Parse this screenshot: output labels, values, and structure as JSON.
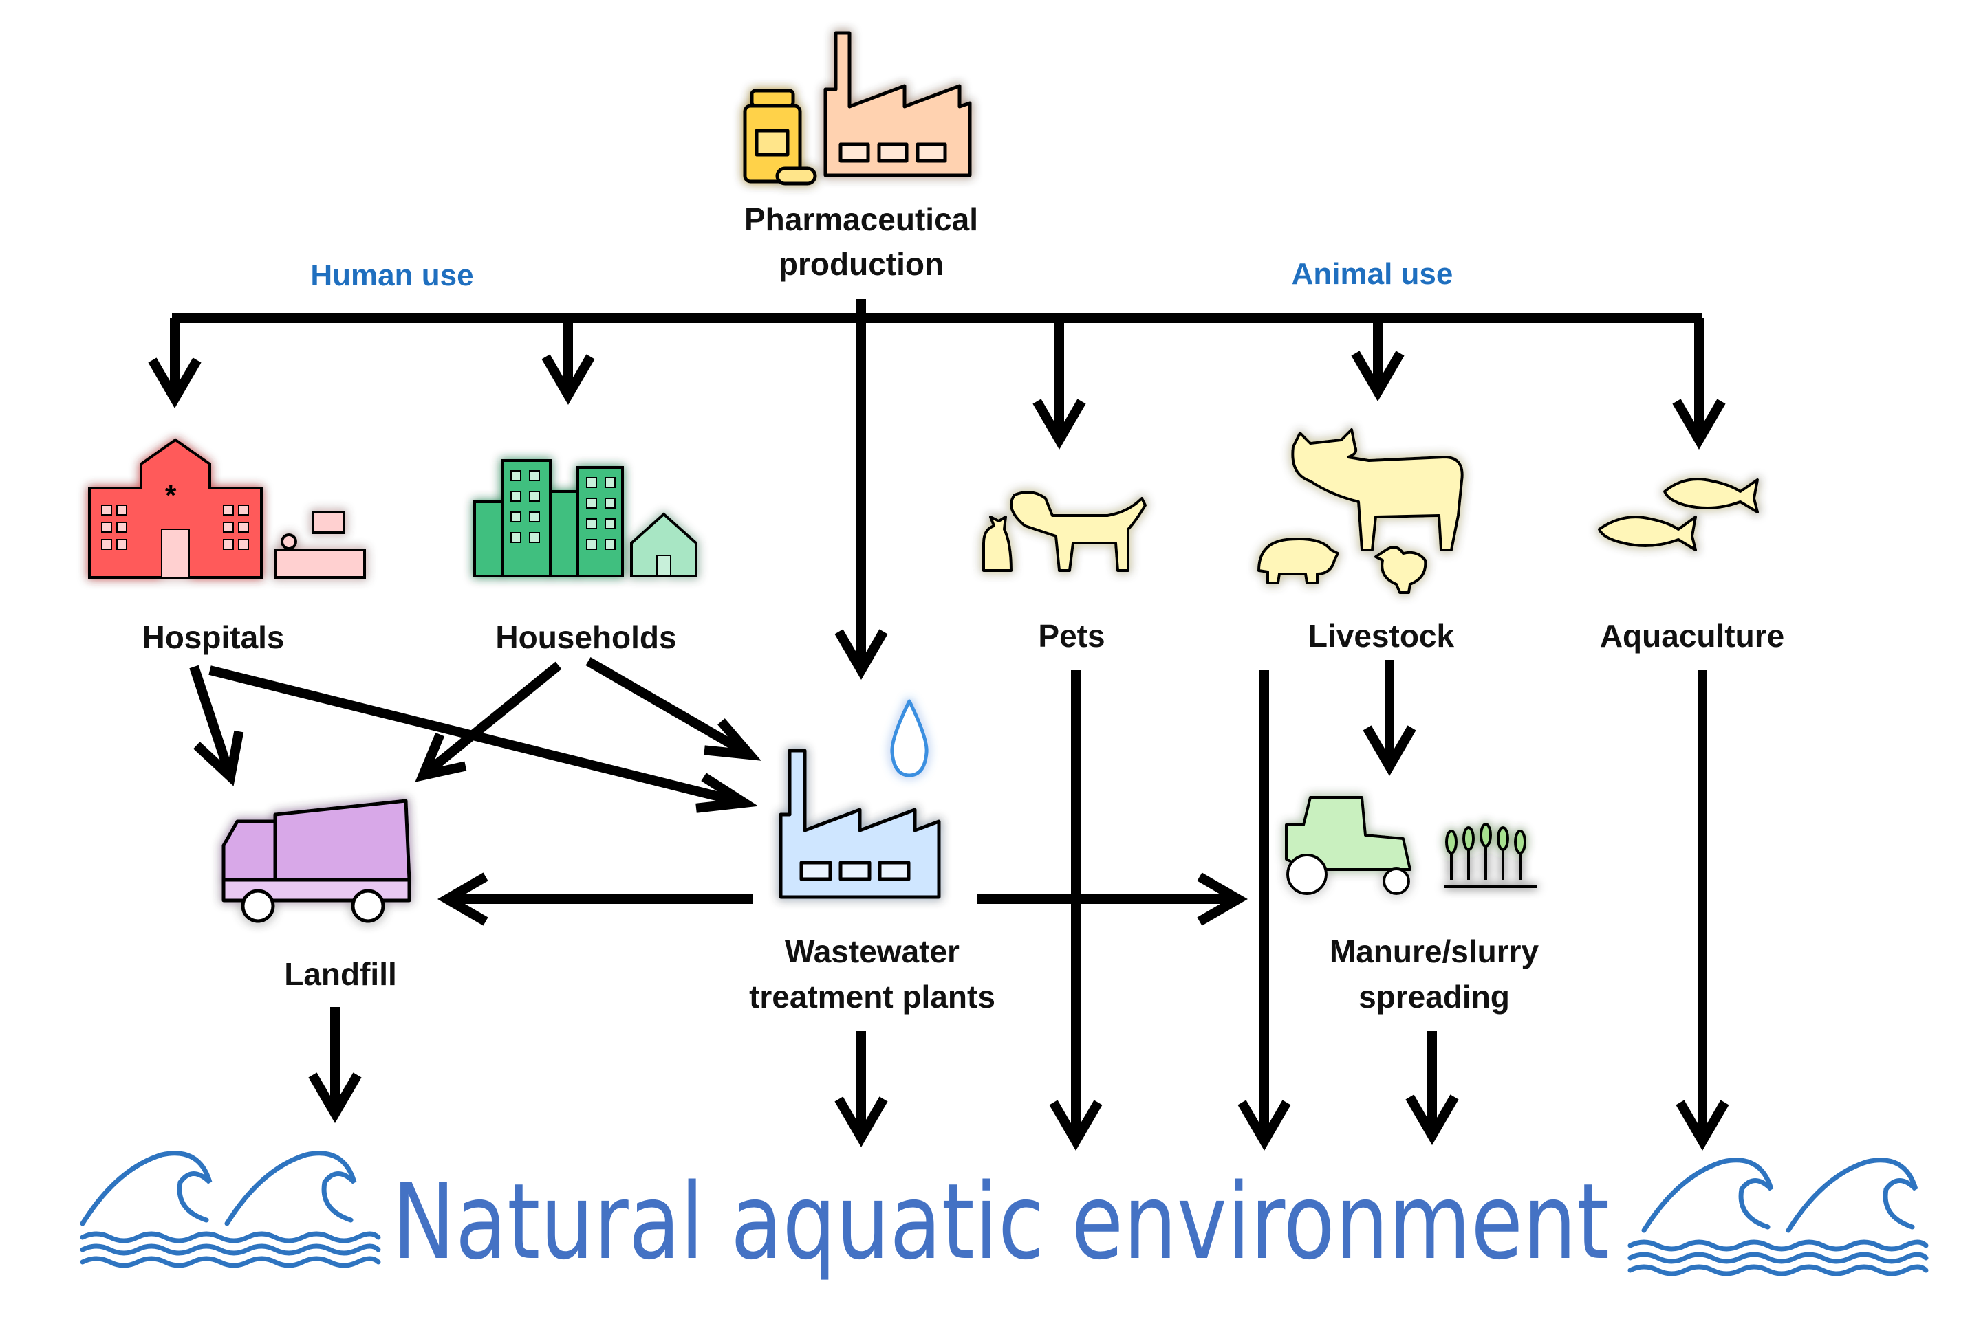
{
  "top": {
    "label_line1": "Pharmaceutical",
    "label_line2": "production"
  },
  "categories": {
    "human_use": "Human use",
    "animal_use": "Animal use"
  },
  "nodes": {
    "hospitals": "Hospitals",
    "households": "Households",
    "pets": "Pets",
    "livestock": "Livestock",
    "aquaculture": "Aquaculture",
    "landfill": "Landfill",
    "wwtp_line1": "Wastewater",
    "wwtp_line2": "treatment plants",
    "manure_line1": "Manure/slurry",
    "manure_line2": "spreading"
  },
  "bottom": {
    "title": "Natural aquatic environment"
  },
  "colors": {
    "category_text": "#1f6fbf",
    "bottom_text": "#4472c4",
    "waves": "#2e74c0",
    "pharma_glow": "#ffb347",
    "hospital": "#ff4d4d",
    "households": "#2ea866",
    "animals": "#f5e85a",
    "landfill": "#b070c8",
    "wwtp": "#7fb8f0",
    "manure": "#7ad36a"
  },
  "icons": {
    "pharma": "pill-bottle-and-factory-icon",
    "hospitals": "hospital-building-and-patient-bed-icon",
    "households": "apartment-buildings-and-house-icon",
    "pets": "dog-and-cat-icon",
    "livestock": "cow-pig-chicken-icon",
    "aquaculture": "fish-icon",
    "landfill": "dump-truck-icon",
    "wwtp": "factory-with-water-drop-icon",
    "manure": "tractor-and-crops-icon",
    "water": "wave-icon"
  }
}
